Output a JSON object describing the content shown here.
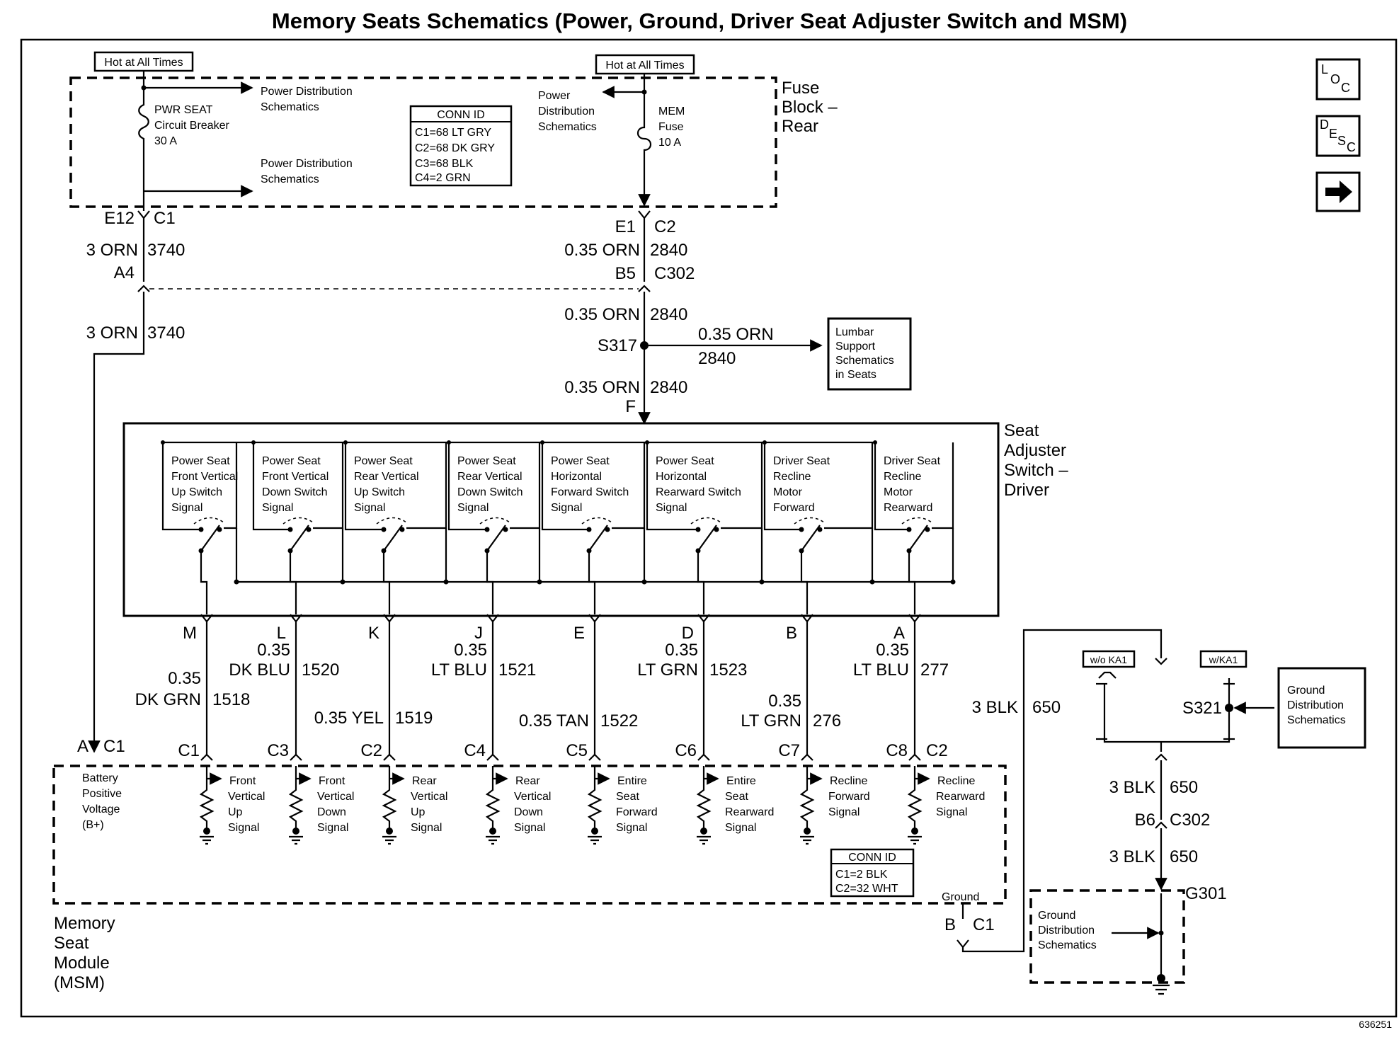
{
  "title": "Memory Seats Schematics (Power, Ground, Driver Seat Adjuster Switch and MSM)",
  "figure_number": "636251",
  "hot_left": "Hot at All Times",
  "hot_right": "Hot at All Times",
  "fuse_block": {
    "l1": "Fuse",
    "l2": "Block –",
    "l3": "Rear"
  },
  "pwr_seat_cb": {
    "l1": "PWR SEAT",
    "l2": "Circuit Breaker",
    "l3": "30 A"
  },
  "mem_fuse": {
    "l1": "MEM",
    "l2": "Fuse",
    "l3": "10 A"
  },
  "pds_top": {
    "l1": "Power Distribution",
    "l2": "Schematics"
  },
  "pds_bottom": {
    "l1": "Power Distribution",
    "l2": "Schematics"
  },
  "pds_right": {
    "l1": "Power",
    "l2": "Distribution",
    "l3": "Schematics"
  },
  "conn_id_top": {
    "title": "CONN ID",
    "l1": "C1=68 LT GRY",
    "l2": "C2=68 DK GRY",
    "l3": "C3=68 BLK",
    "l4": "C4=2 GRN"
  },
  "left_feed": {
    "pin_e12": "E12",
    "conn_c1": "C1",
    "gauge1": "3 ORN",
    "circuit1": "3740",
    "pin_a4": "A4",
    "gauge2": "3 ORN",
    "circuit2": "3740",
    "pin_a": "A",
    "conn_c1b": "C1"
  },
  "right_feed": {
    "pin_e1": "E1",
    "conn_c2": "C2",
    "gauge1": "0.35 ORN",
    "circuit1": "2840",
    "pin_b5": "B5",
    "conn_c302": "C302",
    "gauge2": "0.35 ORN",
    "circuit2": "2840",
    "splice": "S317",
    "gauge3": "0.35 ORN",
    "circuit3": "2840",
    "pin_f": "F",
    "branch_gauge": "0.35 ORN",
    "branch_circuit": "2840"
  },
  "lumbar": {
    "l1": "Lumbar",
    "l2": "Support",
    "l3": "Schematics",
    "l4": "in Seats"
  },
  "seat_switch_title": {
    "l1": "Seat",
    "l2": "Adjuster",
    "l3": "Switch –",
    "l4": "Driver"
  },
  "switches": [
    {
      "l1": "Power Seat",
      "l2": "Front Vertical",
      "l3": "Up Switch",
      "l4": "Signal",
      "pin": "M"
    },
    {
      "l1": "Power Seat",
      "l2": "Front Vertical",
      "l3": "Down Switch",
      "l4": "Signal",
      "pin": "L"
    },
    {
      "l1": "Power Seat",
      "l2": "Rear Vertical",
      "l3": "Up Switch",
      "l4": "Signal",
      "pin": "K"
    },
    {
      "l1": "Power Seat",
      "l2": "Rear Vertical",
      "l3": "Down Switch",
      "l4": "Signal",
      "pin": "J"
    },
    {
      "l1": "Power Seat",
      "l2": "Horizontal",
      "l3": "Forward Switch",
      "l4": "Signal",
      "pin": "E"
    },
    {
      "l1": "Power Seat",
      "l2": "Horizontal",
      "l3": "Rearward Switch",
      "l4": "Signal",
      "pin": "D"
    },
    {
      "l1": "Driver Seat",
      "l2": "Recline",
      "l3": "Motor",
      "l4": "Forward",
      "pin": "B"
    },
    {
      "l1": "Driver Seat",
      "l2": "Recline",
      "l3": "Motor",
      "l4": "Rearward",
      "pin": "A"
    }
  ],
  "wires": [
    {
      "gauge_a": "0.35",
      "gauge_b": "DK GRN",
      "circuit": "1518",
      "conn": "C1"
    },
    {
      "gauge_a": "0.35",
      "gauge_b": "DK BLU",
      "circuit": "1520",
      "conn": "C3"
    },
    {
      "gauge": "0.35 YEL",
      "circuit": "1519",
      "conn": "C2"
    },
    {
      "gauge_a": "0.35",
      "gauge_b": "LT BLU",
      "circuit": "1521",
      "conn": "C4"
    },
    {
      "gauge": "0.35 TAN",
      "circuit": "1522",
      "conn": "C5"
    },
    {
      "gauge_a": "0.35",
      "gauge_b": "LT GRN",
      "circuit": "1523",
      "conn": "C6"
    },
    {
      "gauge_a": "0.35",
      "gauge_b": "LT GRN",
      "circuit": "276",
      "conn": "C7"
    },
    {
      "gauge_a": "0.35",
      "gauge_b": "LT BLU",
      "circuit": "277",
      "conn": "C8",
      "conn2": "C2"
    }
  ],
  "msm_inputs": [
    {
      "l1": "Battery",
      "l2": "Positive",
      "l3": "Voltage",
      "l4": "(B+)"
    },
    {
      "l1": "Front",
      "l2": "Vertical",
      "l3": "Up",
      "l4": "Signal"
    },
    {
      "l1": "Front",
      "l2": "Vertical",
      "l3": "Down",
      "l4": "Signal"
    },
    {
      "l1": "Rear",
      "l2": "Vertical",
      "l3": "Up",
      "l4": "Signal"
    },
    {
      "l1": "Rear",
      "l2": "Vertical",
      "l3": "Down",
      "l4": "Signal"
    },
    {
      "l1": "Entire",
      "l2": "Seat",
      "l3": "Forward",
      "l4": "Signal"
    },
    {
      "l1": "Entire",
      "l2": "Seat",
      "l3": "Rearward",
      "l4": "Signal"
    },
    {
      "l1": "Recline",
      "l2": "Forward",
      "l3": "Signal"
    },
    {
      "l1": "Recline",
      "l2": "Rearward",
      "l3": "Signal"
    }
  ],
  "conn_id_msm": {
    "title": "CONN ID",
    "l1": "C1=2 BLK",
    "l2": "C2=32 WHT"
  },
  "msm_label": {
    "l1": "Memory",
    "l2": "Seat",
    "l3": "Module",
    "l4": "(MSM)"
  },
  "ground": {
    "label": "Ground",
    "pin_b": "B",
    "conn_c1": "C1",
    "gauge1": "3 BLK",
    "circuit1": "650",
    "wo_ka1": "w/o KA1",
    "w_ka1": "w/KA1",
    "splice": "S321",
    "gauge2": "3 BLK",
    "circuit2": "650",
    "pin_b6": "B6",
    "conn_c302": "C302",
    "gauge3": "3 BLK",
    "circuit3": "650",
    "ground_pt": "G301"
  },
  "gds_right": {
    "l1": "Ground",
    "l2": "Distribution",
    "l3": "Schematics"
  },
  "gds_bottom": {
    "l1": "Ground",
    "l2": "Distribution",
    "l3": "Schematics"
  },
  "side_icons": {
    "loc": "loc-icon",
    "desc": "desc-icon",
    "next": "arrow-right-icon"
  }
}
